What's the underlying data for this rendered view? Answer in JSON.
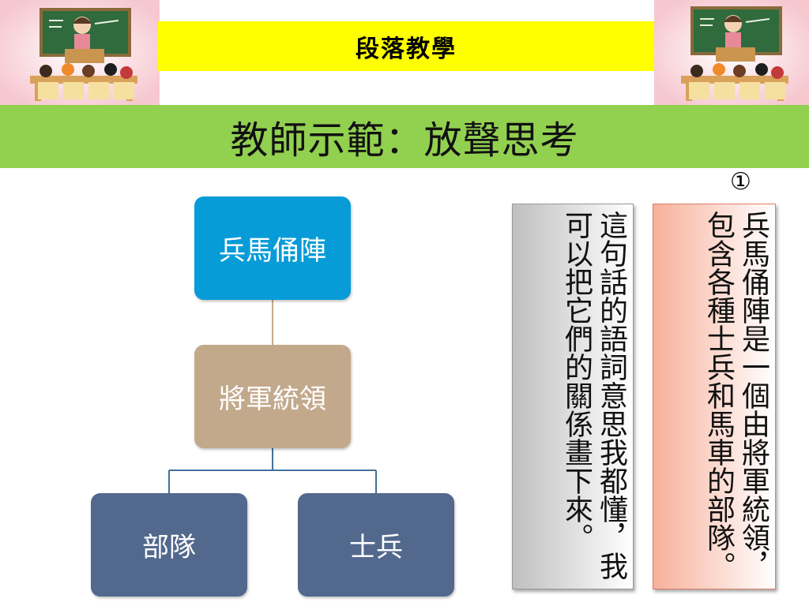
{
  "header": {
    "title": "段落教學"
  },
  "slide": {
    "title": "教師示範：放聲思考"
  },
  "diagram": {
    "root": "兵馬俑陣",
    "middle": "將軍統領",
    "children": [
      "部隊",
      "士兵"
    ],
    "colors": {
      "root": "#079cd8",
      "middle": "#c3a98c",
      "child": "#52698d",
      "line": "#41719c"
    }
  },
  "notes": {
    "marker": "①",
    "definition": "兵馬俑陣是一個由將軍統領，包含各種士兵和馬車的部隊。",
    "thinking": "這句話的語詞意思我都懂，我可以把它們的關係畫下來。"
  },
  "colors": {
    "header_band": "#ffff00",
    "title_band": "#92d050"
  },
  "clipart": {
    "left": "classroom-teacher-icon",
    "right": "classroom-teacher-icon"
  }
}
